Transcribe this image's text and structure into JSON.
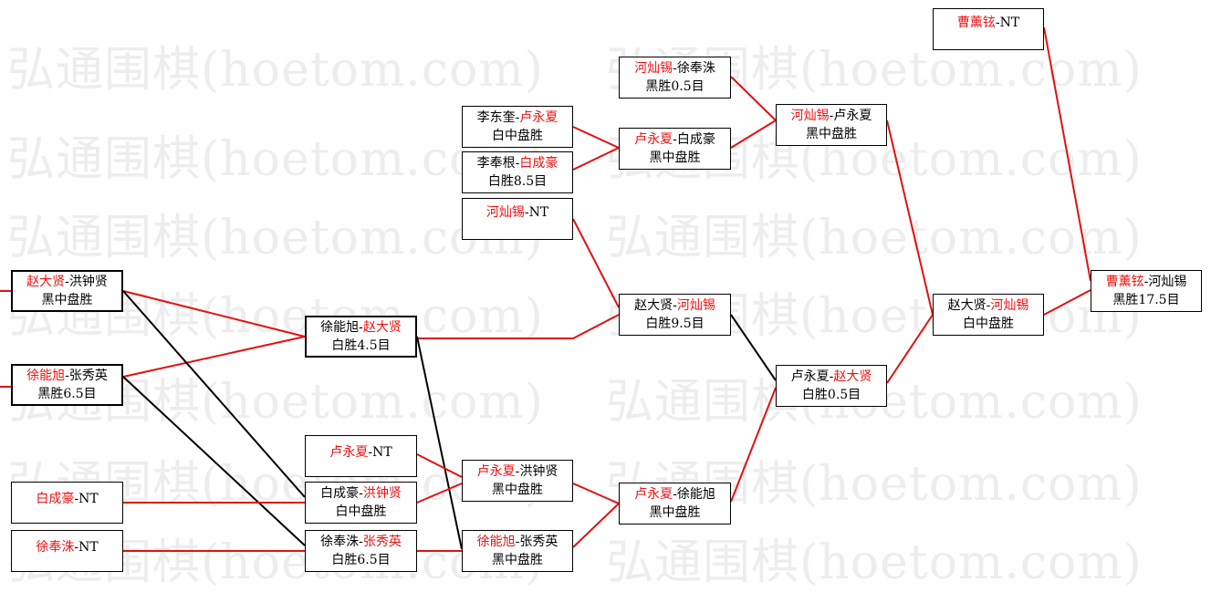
{
  "watermark": "弘通围棋(hoetom.com)",
  "colors": {
    "winner": "#e11111",
    "win_line": "#e11111",
    "lose_line": "#000000"
  },
  "matches": {
    "r1_m1": {
      "p1": "赵大贤",
      "p2": "洪钟贤",
      "winner": 1,
      "result": "黑中盘胜"
    },
    "r1_m2": {
      "p1": "徐能旭",
      "p2": "张秀英",
      "winner": 1,
      "result": "黑胜6.5目"
    },
    "r1_m3": {
      "p1": "白成豪",
      "p2": "NT",
      "winner": 1,
      "result": ""
    },
    "r1_m4": {
      "p1": "徐奉洙",
      "p2": "NT",
      "winner": 1,
      "result": ""
    },
    "r2_m1": {
      "p1": "徐能旭",
      "p2": "赵大贤",
      "winner": 2,
      "result": "白胜4.5目"
    },
    "r2_m2": {
      "p1": "卢永夏",
      "p2": "NT",
      "winner": 1,
      "result": ""
    },
    "r2_m3": {
      "p1": "白成豪",
      "p2": "洪钟贤",
      "winner": 2,
      "result": "白中盘胜"
    },
    "r2_m4": {
      "p1": "徐奉洙",
      "p2": "张秀英",
      "winner": 2,
      "result": "白胜6.5目"
    },
    "r3_m1": {
      "p1": "李东奎",
      "p2": "卢永夏",
      "winner": 2,
      "result": "白中盘胜"
    },
    "r3_m2": {
      "p1": "李奉根",
      "p2": "白成豪",
      "winner": 2,
      "result": "白胜8.5目"
    },
    "r3_m3": {
      "p1": "河灿锡",
      "p2": "NT",
      "winner": 1,
      "result": ""
    },
    "r3_m4": {
      "p1": "卢永夏",
      "p2": "洪钟贤",
      "winner": 1,
      "result": "黑中盘胜"
    },
    "r3_m5": {
      "p1": "徐能旭",
      "p2": "张秀英",
      "winner": 1,
      "result": "黑中盘胜"
    },
    "r4_m1": {
      "p1": "河灿锡",
      "p2": "徐奉洙",
      "winner": 1,
      "result": "黑胜0.5目"
    },
    "r4_m2": {
      "p1": "卢永夏",
      "p2": "白成豪",
      "winner": 1,
      "result": "黑中盘胜"
    },
    "r4_m3": {
      "p1": "赵大贤",
      "p2": "河灿锡",
      "winner": 2,
      "result": "白胜9.5目"
    },
    "r4_m4": {
      "p1": "卢永夏",
      "p2": "徐能旭",
      "winner": 1,
      "result": "黑中盘胜"
    },
    "r5_m1": {
      "p1": "河灿锡",
      "p2": "卢永夏",
      "winner": 1,
      "result": "黑中盘胜"
    },
    "r5_m2": {
      "p1": "卢永夏",
      "p2": "赵大贤",
      "winner": 2,
      "result": "白胜0.5目"
    },
    "r6_m1": {
      "p1": "赵大贤",
      "p2": "河灿锡",
      "winner": 2,
      "result": "白中盘胜"
    },
    "r7_m1": {
      "p1": "曹薰铉",
      "p2": "NT",
      "winner": 1,
      "result": ""
    },
    "r7_m2": {
      "p1": "曹薰铉",
      "p2": "河灿锡",
      "winner": 1,
      "result": "黑胜17.5目"
    }
  }
}
